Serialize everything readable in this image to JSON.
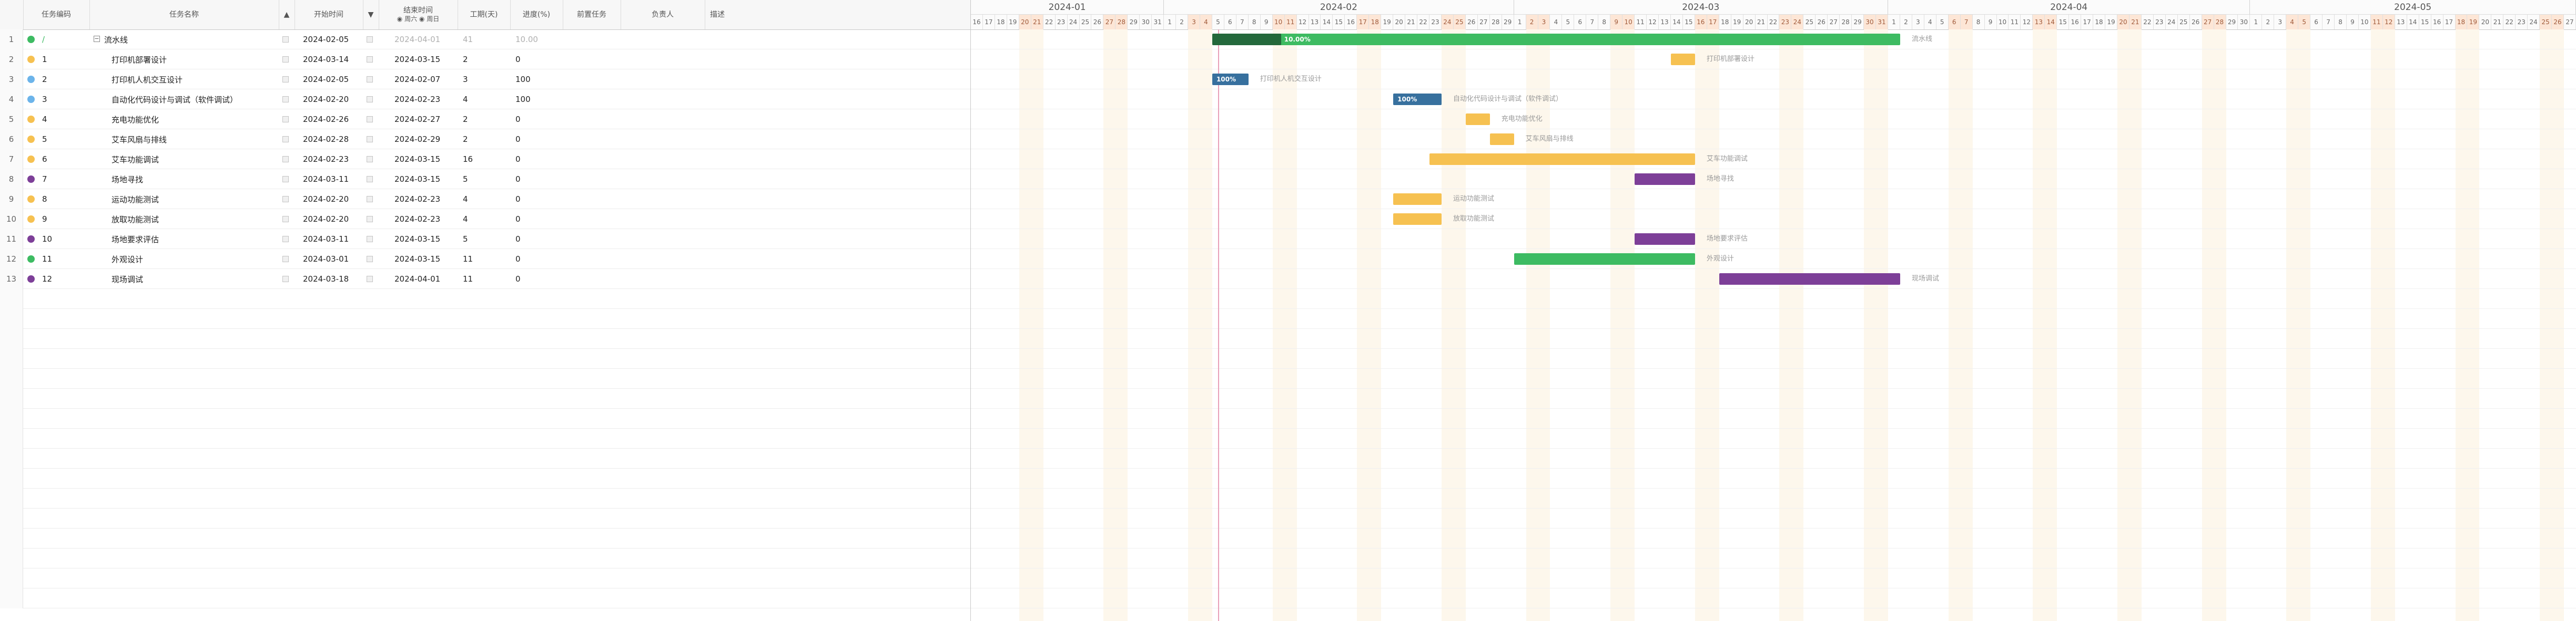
{
  "columns": {
    "code": "任务编码",
    "name": "任务名称",
    "start": "开始时间",
    "end_title": "结束时间",
    "end_opt1": "◉ 周六",
    "end_opt2": "◉ 周日",
    "work": "工期(天)",
    "progress": "进度(%)",
    "pre": "前置任务",
    "owner": "负责人",
    "desc": "描述"
  },
  "colors": {
    "green": "#3dbb62",
    "yellow": "#f6c151",
    "blue": "#6cb4ea",
    "purple": "#7d3f98",
    "dark_green": "#23683b",
    "dark_blue": "#37709e"
  },
  "tasks": [
    {
      "rownum": "1",
      "code": "/",
      "name": "流水线",
      "start": "2024-02-05",
      "end": "2024-04-01",
      "work": "41",
      "progress": "10.00",
      "color": "green",
      "summary": true
    },
    {
      "rownum": "2",
      "code": "1",
      "name": "打印机部署设计",
      "start": "2024-03-14",
      "end": "2024-03-15",
      "work": "2",
      "progress": "0",
      "color": "yellow"
    },
    {
      "rownum": "3",
      "code": "2",
      "name": "打印机人机交互设计",
      "start": "2024-02-05",
      "end": "2024-02-07",
      "work": "3",
      "progress": "100",
      "color": "blue"
    },
    {
      "rownum": "4",
      "code": "3",
      "name": "自动化代码设计与调试（软件调试）",
      "start": "2024-02-20",
      "end": "2024-02-23",
      "work": "4",
      "progress": "100",
      "color": "blue"
    },
    {
      "rownum": "5",
      "code": "4",
      "name": "充电功能优化",
      "start": "2024-02-26",
      "end": "2024-02-27",
      "work": "2",
      "progress": "0",
      "color": "yellow"
    },
    {
      "rownum": "6",
      "code": "5",
      "name": "艾车风扇与排线",
      "start": "2024-02-28",
      "end": "2024-02-29",
      "work": "2",
      "progress": "0",
      "color": "yellow"
    },
    {
      "rownum": "7",
      "code": "6",
      "name": "艾车功能调试",
      "start": "2024-02-23",
      "end": "2024-03-15",
      "work": "16",
      "progress": "0",
      "color": "yellow"
    },
    {
      "rownum": "8",
      "code": "7",
      "name": "场地寻找",
      "start": "2024-03-11",
      "end": "2024-03-15",
      "work": "5",
      "progress": "0",
      "color": "purple"
    },
    {
      "rownum": "9",
      "code": "8",
      "name": "运动功能测试",
      "start": "2024-02-20",
      "end": "2024-02-23",
      "work": "4",
      "progress": "0",
      "color": "yellow"
    },
    {
      "rownum": "10",
      "code": "9",
      "name": "放取功能测试",
      "start": "2024-02-20",
      "end": "2024-02-23",
      "work": "4",
      "progress": "0",
      "color": "yellow"
    },
    {
      "rownum": "11",
      "code": "10",
      "name": "场地要求评估",
      "start": "2024-03-11",
      "end": "2024-03-15",
      "work": "5",
      "progress": "0",
      "color": "purple"
    },
    {
      "rownum": "12",
      "code": "11",
      "name": "外观设计",
      "start": "2024-03-01",
      "end": "2024-03-15",
      "work": "11",
      "progress": "0",
      "color": "green"
    },
    {
      "rownum": "13",
      "code": "12",
      "name": "现场调试",
      "start": "2024-03-18",
      "end": "2024-04-01",
      "work": "11",
      "progress": "0",
      "color": "purple"
    }
  ],
  "bar_labels": {
    "summary_progress": "10.00%",
    "done_progress": "100%"
  },
  "timeline": {
    "start_date": "2024-01-16",
    "day_count": 133,
    "months": [
      {
        "label": "2024-01",
        "days": 16
      },
      {
        "label": "2024-02",
        "days": 29
      },
      {
        "label": "2024-03",
        "days": 31
      },
      {
        "label": "2024-04",
        "days": 30
      },
      {
        "label": "2024-05",
        "days": 27
      }
    ],
    "today": "2024-02-05"
  }
}
